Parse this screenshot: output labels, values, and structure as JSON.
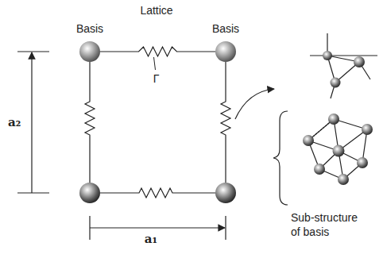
{
  "diagram": {
    "nodes": [
      {
        "text": [
          "Basis"
        ]
      },
      {
        "text": [
          "Basis"
        ]
      }
    ],
    "edges": [
      {
        "from": 0,
        "to": 1,
        "arrow": "none",
        "label": "Γ"
      }
    ],
    "labels": [
      "Lattice",
      "a₂",
      "a₁",
      "Sub-structure of basis"
    ]
  }
}
